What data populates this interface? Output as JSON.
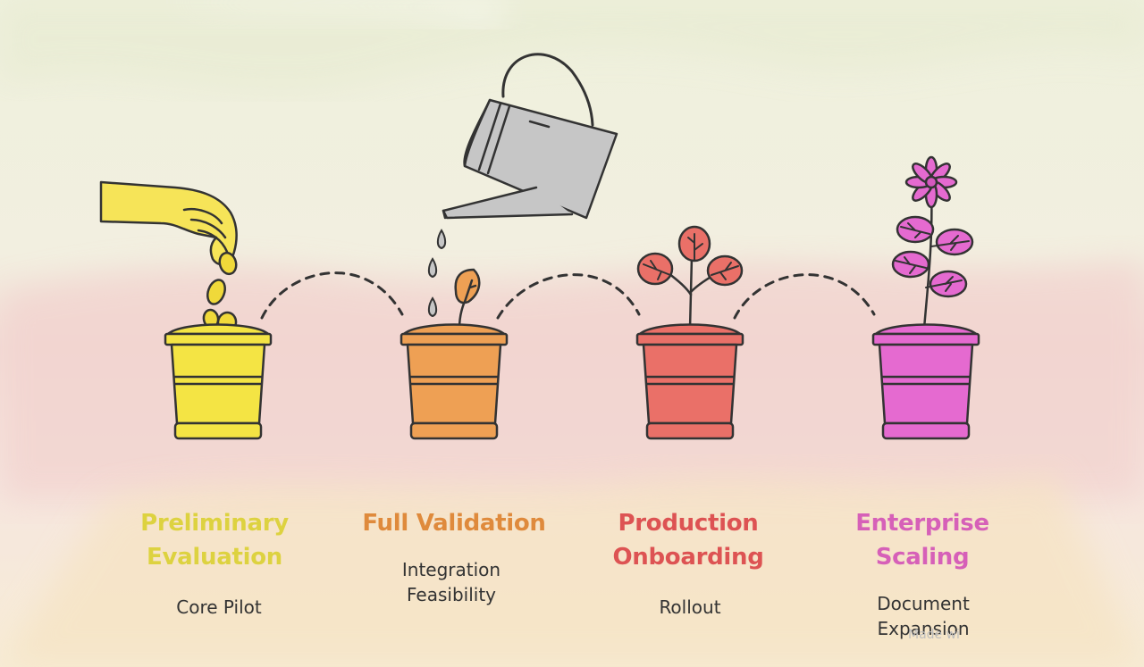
{
  "stages": [
    {
      "title": "Preliminary\nEvaluation",
      "subtitle": "Core Pilot",
      "color": "#ddd240",
      "pot_fill": "#f4e444",
      "icon": "hand-dropping-seeds-icon"
    },
    {
      "title": "Full Validation",
      "subtitle": "Integration\nFeasibility",
      "color": "#df8a3c",
      "pot_fill": "#eea054",
      "icon": "watering-can-icon"
    },
    {
      "title": "Production\nOnboarding",
      "subtitle": "Rollout",
      "color": "#dd5353",
      "pot_fill": "#ea7068",
      "icon": "sapling-icon"
    },
    {
      "title": "Enterprise\nScaling",
      "subtitle": "Document\nExpansion",
      "color": "#d660b8",
      "pot_fill": "#e56ad0",
      "icon": "flowering-plant-icon"
    }
  ],
  "watermark": "Made wi",
  "colors": {
    "outline": "#333333",
    "can_fill": "#c6c6c6",
    "leaf_green": "#333333"
  }
}
